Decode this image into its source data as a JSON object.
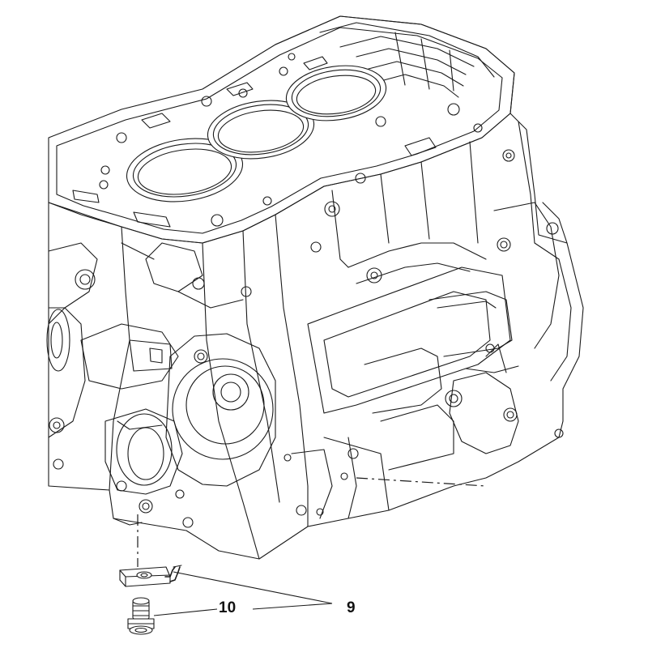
{
  "diagram": {
    "callouts": [
      {
        "id": "callout-9",
        "label": "9"
      },
      {
        "id": "callout-10",
        "label": "10"
      }
    ],
    "colors": {
      "line": "#1a1a1a",
      "background": "#ffffff"
    }
  }
}
